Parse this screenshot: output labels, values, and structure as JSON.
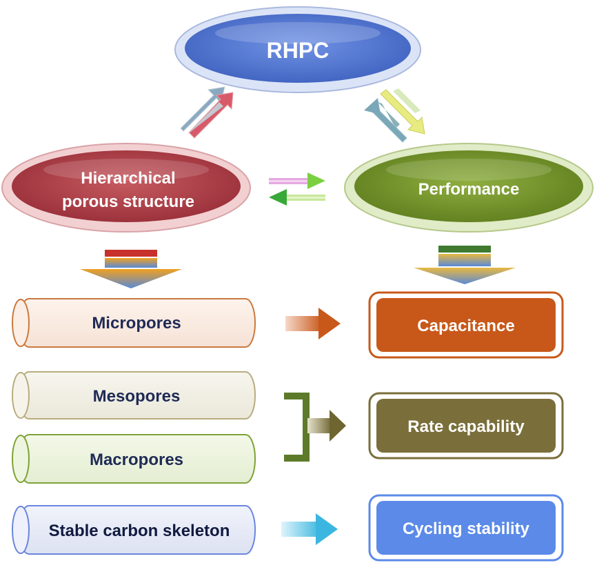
{
  "nodes": {
    "rhpc": "RHPC",
    "hierarchical_line1": "Hierarchical",
    "hierarchical_line2": "porous structure",
    "performance": "Performance",
    "micropores": "Micropores",
    "mesopores": "Mesopores",
    "macropores": "Macropores",
    "skeleton": "Stable carbon skeleton",
    "capacitance": "Capacitance",
    "rate": "Rate capability",
    "cycling": "Cycling stability"
  },
  "colors": {
    "rhpc": "#5b7fd4",
    "hierarchical": "#b4424a",
    "performance": "#7a9a2e",
    "capacitance": "#c8581a",
    "rate": "#7a6e3a",
    "cycling": "#5b8ae8",
    "label_dark": "#1f2a55"
  }
}
